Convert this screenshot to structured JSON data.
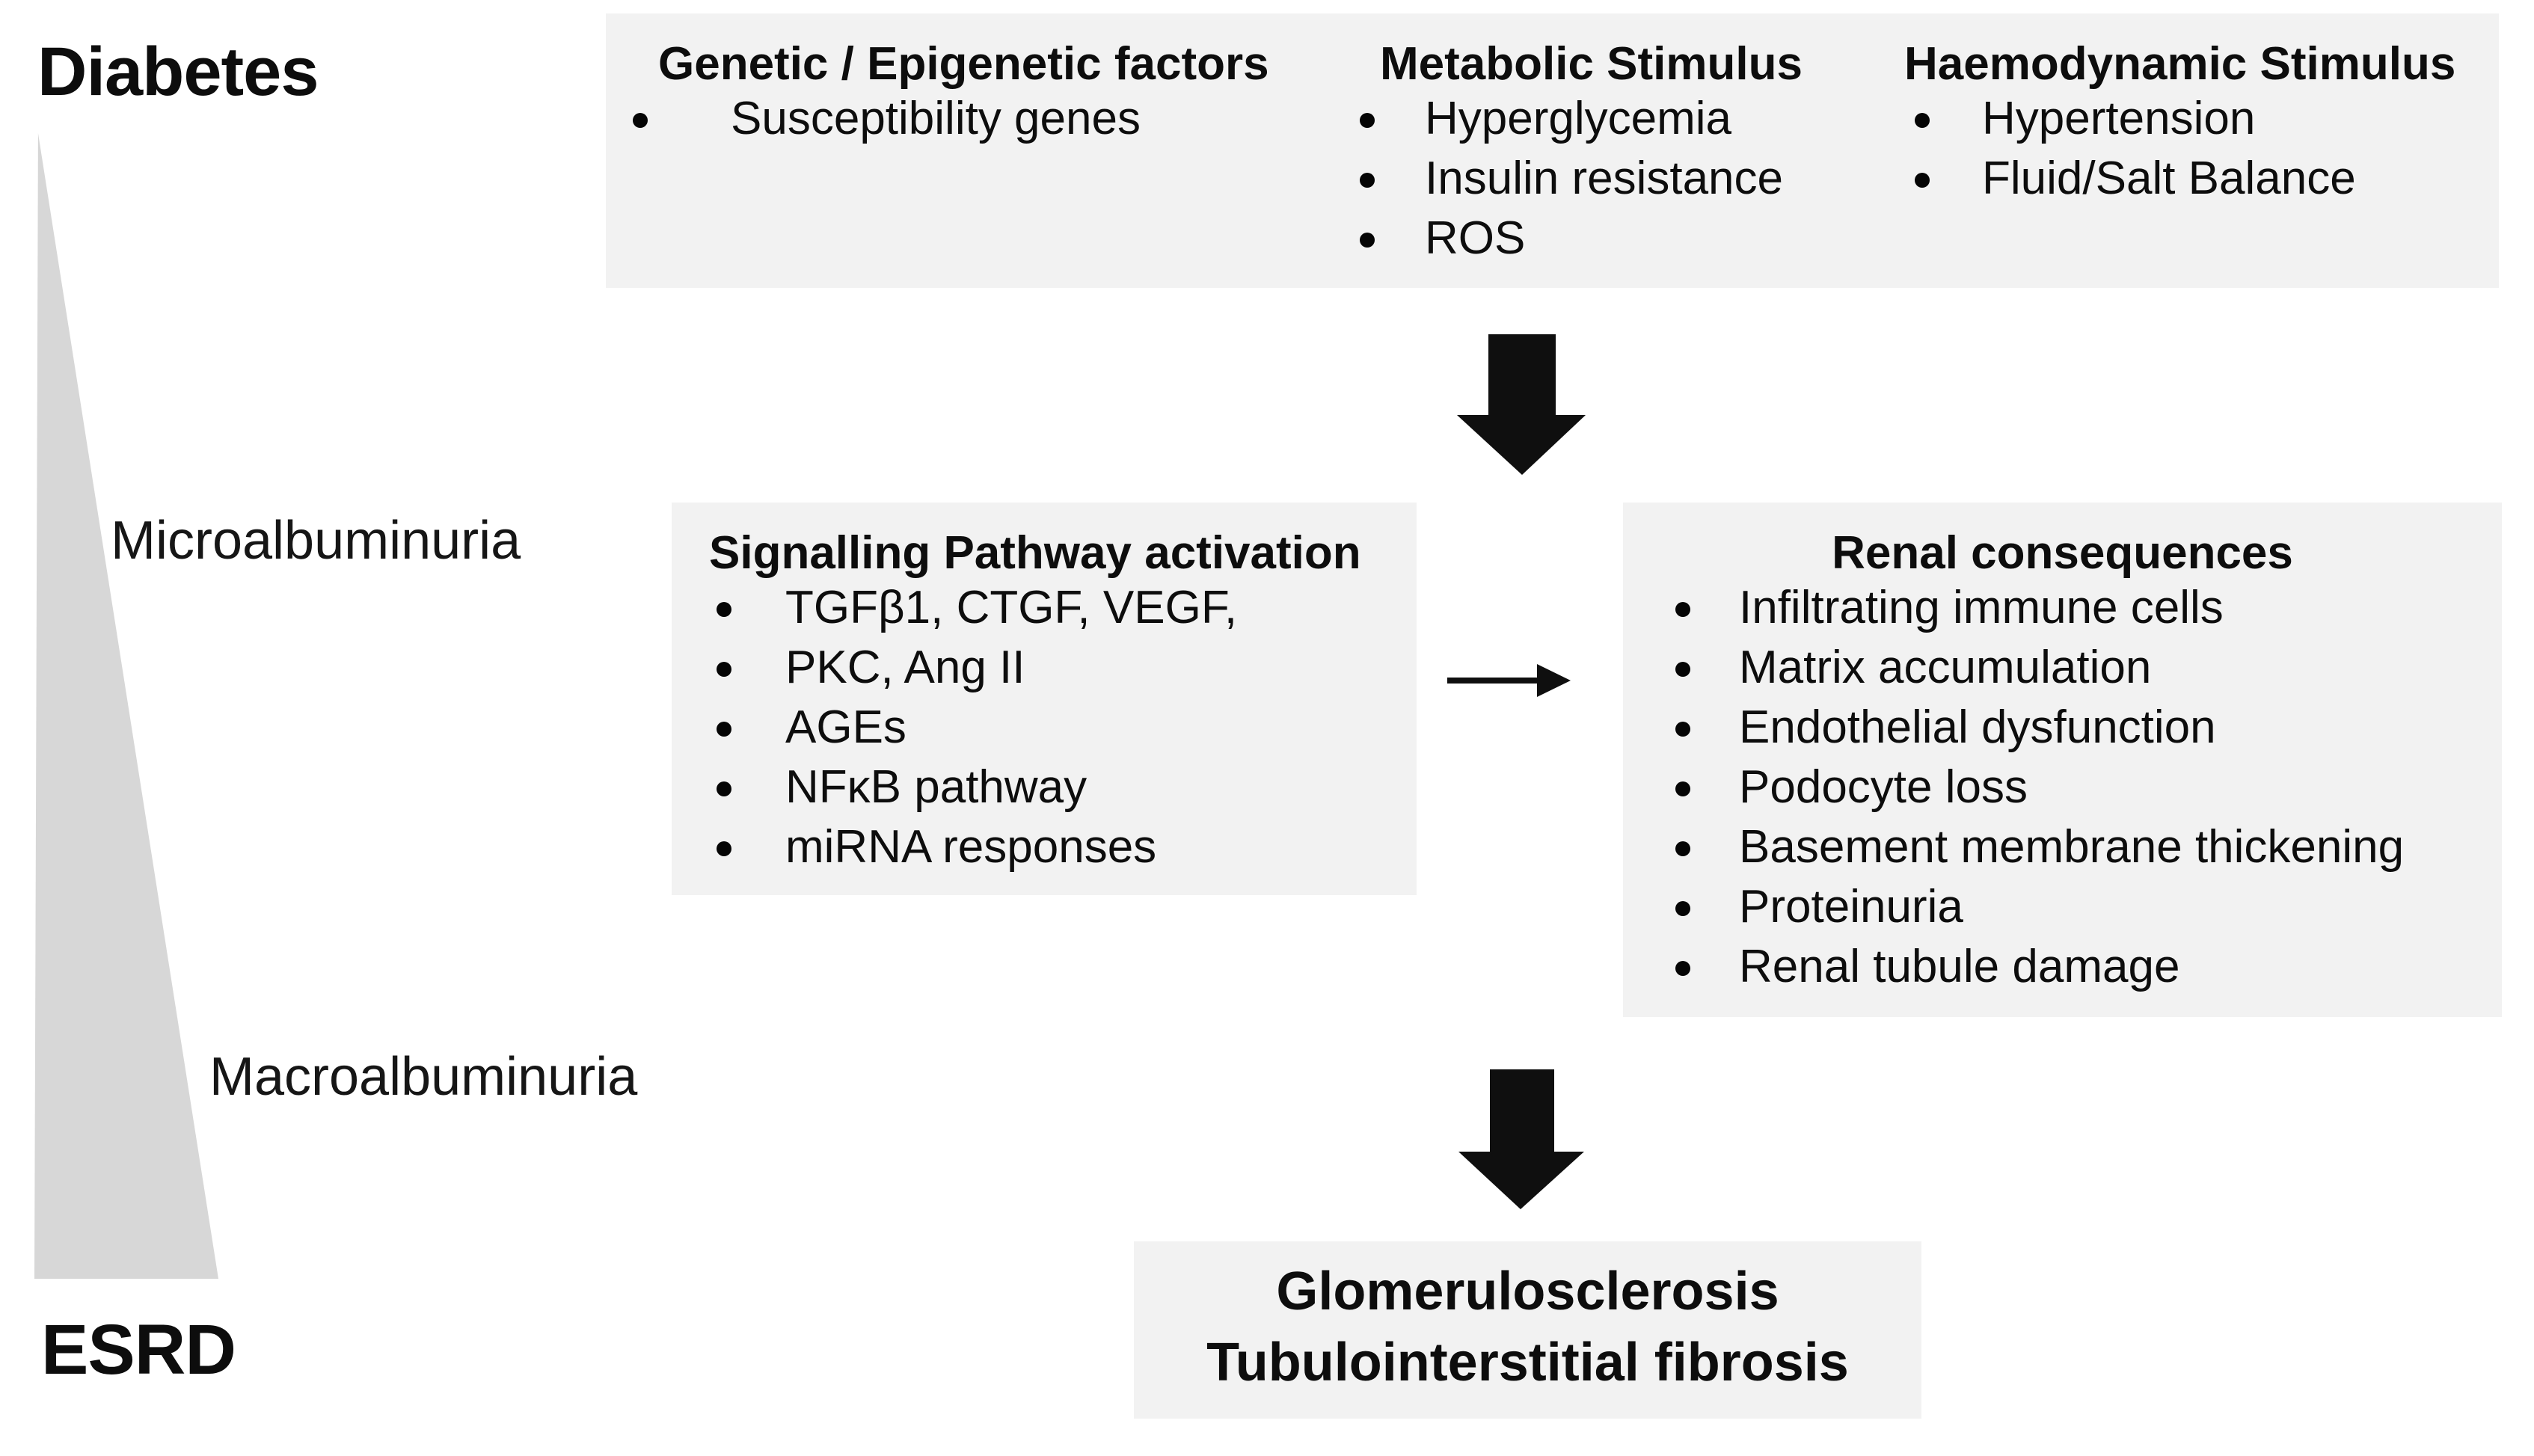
{
  "stage_labels": {
    "diabetes": "Diabetes",
    "microalbuminuria": "Microalbuminuria",
    "macroalbuminuria": "Macroalbuminuria",
    "esrd": "ESRD"
  },
  "top_box": {
    "columns": [
      {
        "header": "Genetic / Epigenetic factors",
        "items": [
          "Susceptibility genes"
        ]
      },
      {
        "header": "Metabolic Stimulus",
        "items": [
          "Hyperglycemia",
          "Insulin resistance",
          "ROS"
        ]
      },
      {
        "header": "Haemodynamic Stimulus",
        "items": [
          "Hypertension",
          "Fluid/Salt Balance"
        ]
      }
    ]
  },
  "signalling_box": {
    "header": "Signalling Pathway activation",
    "items": [
      "TGFβ1, CTGF, VEGF,",
      "PKC, Ang II",
      "AGEs",
      "NFκB pathway",
      "miRNA responses"
    ]
  },
  "renal_box": {
    "header": "Renal consequences",
    "items": [
      "Infiltrating immune cells",
      "Matrix accumulation",
      "Endothelial dysfunction",
      "Podocyte loss",
      "Basement membrane thickening",
      "Proteinuria",
      "Renal tubule damage"
    ]
  },
  "outcome_box": {
    "lines": [
      "Glomerulosclerosis",
      "Tubulointerstitial fibrosis"
    ]
  },
  "icons": {
    "down_arrow_top": "down-arrow",
    "down_arrow_bottom": "down-arrow",
    "right_arrow": "right-arrow",
    "progression_triangle": "progression-triangle"
  },
  "colors": {
    "box_bg": "#f2f2f2",
    "triangle": "#d7d7d7",
    "text": "#0d0d0d",
    "arrow": "#0f0f0f"
  }
}
